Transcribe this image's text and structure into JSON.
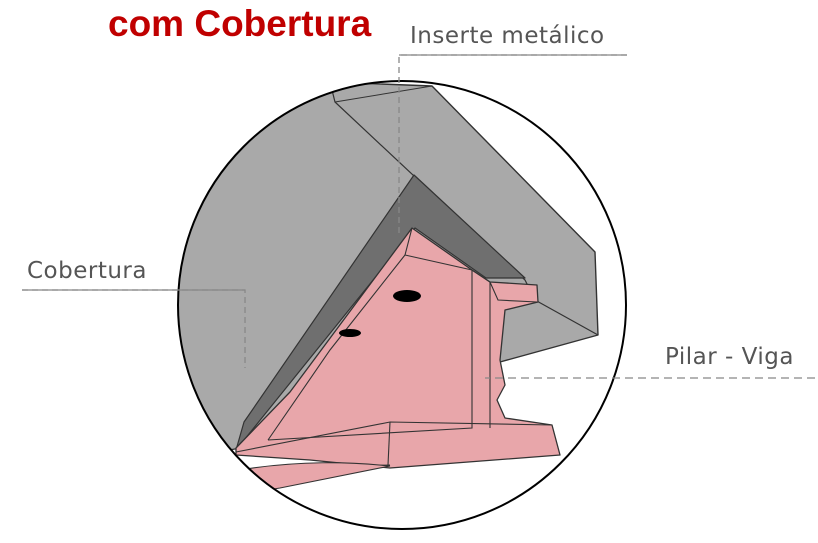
{
  "title": "com Cobertura",
  "labels": {
    "inserte": "Inserte metálico",
    "cobertura": "Cobertura",
    "pilar_viga": "Pilar - Viga"
  },
  "colors": {
    "title": "#c00000",
    "cobertura_fill": "#a9a9a9",
    "inserte_fill": "#6f6f6f",
    "pilar_fill": "#e8a6aa",
    "outline": "#333333",
    "label_text": "#555555",
    "leader_line": "#888888"
  }
}
